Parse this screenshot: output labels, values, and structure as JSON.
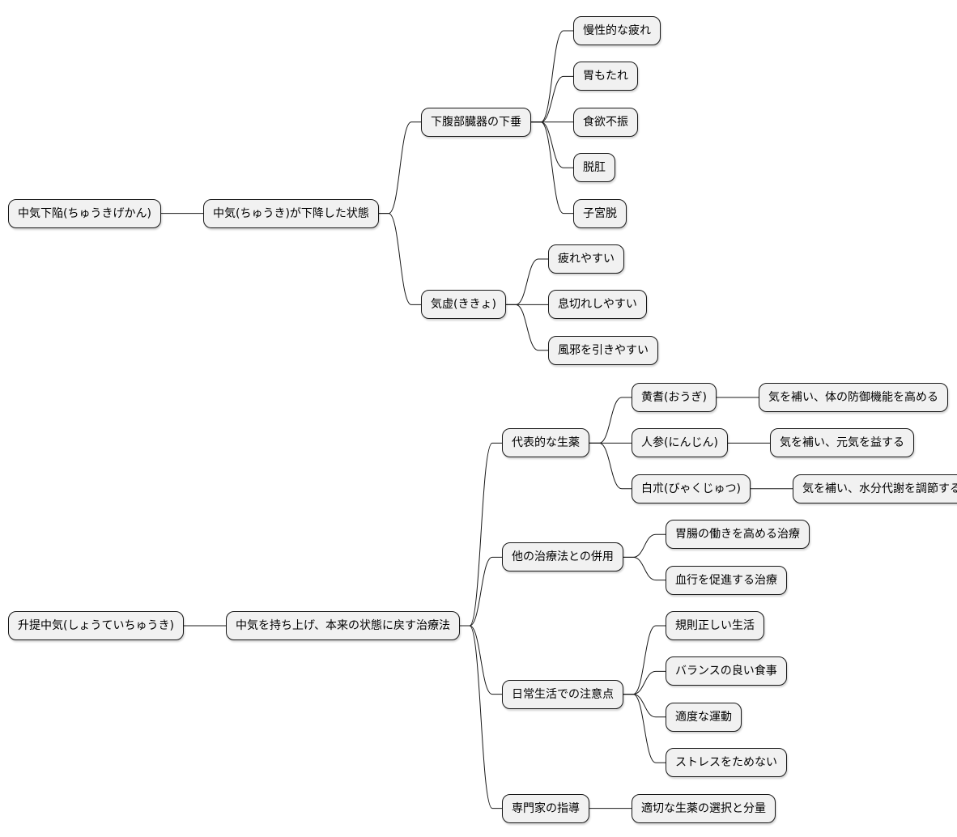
{
  "maps": [
    {
      "root": {
        "label": "中気下陥(ちゅうきげかん)",
        "children": [
          {
            "label": "中気(ちゅうき)が下降した状態",
            "children": [
              {
                "label": "下腹部臓器の下垂",
                "children": [
                  {
                    "label": "慢性的な疲れ"
                  },
                  {
                    "label": "胃もたれ"
                  },
                  {
                    "label": "食欲不振"
                  },
                  {
                    "label": "脱肛"
                  },
                  {
                    "label": "子宮脱"
                  }
                ]
              },
              {
                "label": "気虚(ききょ)",
                "children": [
                  {
                    "label": "疲れやすい"
                  },
                  {
                    "label": "息切れしやすい"
                  },
                  {
                    "label": "風邪を引きやすい"
                  }
                ]
              }
            ]
          }
        ]
      }
    },
    {
      "root": {
        "label": "升提中気(しょうていちゅうき)",
        "children": [
          {
            "label": "中気を持ち上げ、本来の状態に戻す治療法",
            "children": [
              {
                "label": "代表的な生薬",
                "children": [
                  {
                    "label": "黄耆(おうぎ)",
                    "children": [
                      {
                        "label": "気を補い、体の防御機能を高める"
                      }
                    ]
                  },
                  {
                    "label": "人参(にんじん)",
                    "children": [
                      {
                        "label": "気を補い、元気を益する"
                      }
                    ]
                  },
                  {
                    "label": "白朮(びゃくじゅつ)",
                    "children": [
                      {
                        "label": "気を補い、水分代謝を調節する"
                      }
                    ]
                  }
                ]
              },
              {
                "label": "他の治療法との併用",
                "children": [
                  {
                    "label": "胃腸の働きを高める治療"
                  },
                  {
                    "label": "血行を促進する治療"
                  }
                ]
              },
              {
                "label": "日常生活での注意点",
                "children": [
                  {
                    "label": "規則正しい生活"
                  },
                  {
                    "label": "バランスの良い食事"
                  },
                  {
                    "label": "適度な運動"
                  },
                  {
                    "label": "ストレスをためない"
                  }
                ]
              },
              {
                "label": "専門家の指導",
                "children": [
                  {
                    "label": "適切な生薬の選択と分量"
                  }
                ]
              }
            ]
          }
        ]
      }
    }
  ]
}
